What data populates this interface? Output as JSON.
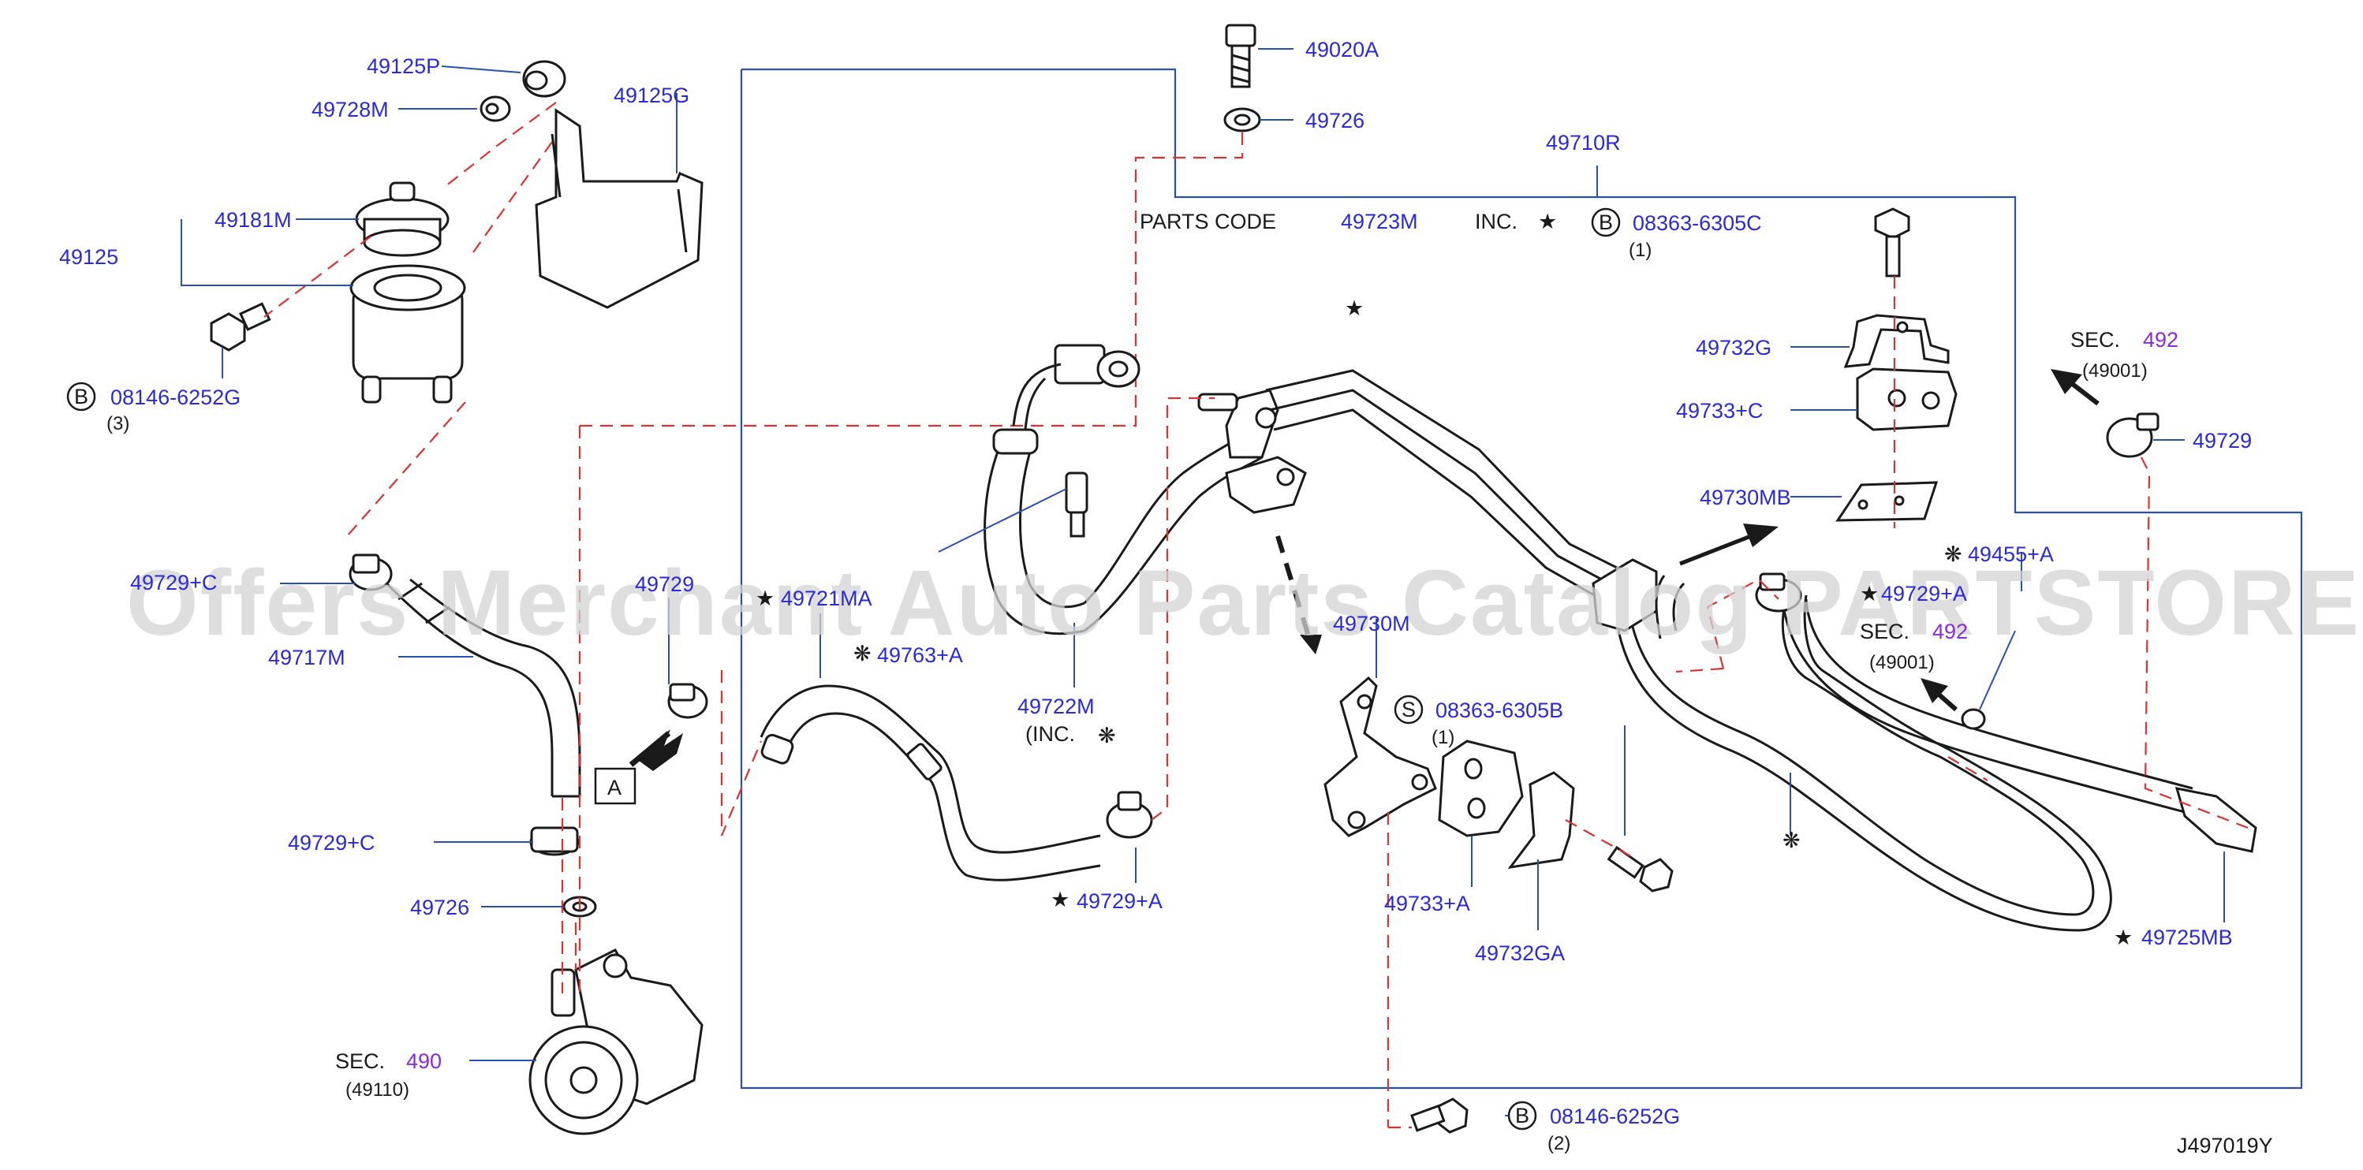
{
  "diagram": {
    "part_codes": {
      "c49125P": "49125P",
      "c49728M": "49728M",
      "c49125G": "49125G",
      "c49181M": "49181M",
      "c49125": "49125",
      "c08146_6252G_a": "08146-6252G",
      "qty3": "(3)",
      "c49729C_a": "49729+C",
      "c49717M": "49717M",
      "c49729_a": "49729",
      "c49729C_b": "49729+C",
      "c49726_a": "49726",
      "sec490": "490",
      "sec490_sub": "(49110)",
      "c49020A": "49020A",
      "c49726_b": "49726",
      "c49710R": "49710R",
      "c49723M": "49723M",
      "c08363_6305C": "08363-6305C",
      "qty1_a": "(1)",
      "c49721MA": "49721MA",
      "c49763A": "49763+A",
      "c49722M": "49722M",
      "inc_paren": "(INC.",
      "c49729A_a": "49729+A",
      "c49730M": "49730M",
      "c08363_6305B": "08363-6305B",
      "qty1_b": "(1)",
      "c49733A": "49733+A",
      "c49732GA": "49732GA",
      "c08146_6252G_b": "08146-6252G",
      "qty2": "(2)",
      "c49732G": "49732G",
      "c49733C": "49733+C",
      "c49730MB": "49730MB",
      "c49455A": "49455+A",
      "c49729A_b": "49729+A",
      "sec492_a": "492",
      "sec492_a_sub": "(49001)",
      "sec492_b": "492",
      "sec492_b_sub": "(49001)",
      "c49729_b": "49729",
      "c49725MB": "49725MB"
    },
    "text": {
      "parts_code": "PARTS   CODE",
      "inc": "INC.",
      "sec": "SEC.",
      "view_A": "A",
      "badge_B": "B",
      "badge_S": "S",
      "diagram_id": "J497019Y",
      "watermark": "Offers Merchant Auto Parts Catalog PARTSTORE.SA"
    },
    "symbols": {
      "star": "★",
      "asterisk": "❋"
    },
    "colors": {
      "part_number": "#2a2ad8",
      "section_number": "#8a2be2",
      "leader_line": "#2a4fb3",
      "dashed_line": "#e03131",
      "outline": "#1a1a1a",
      "watermark": "#d3d3d3"
    }
  }
}
